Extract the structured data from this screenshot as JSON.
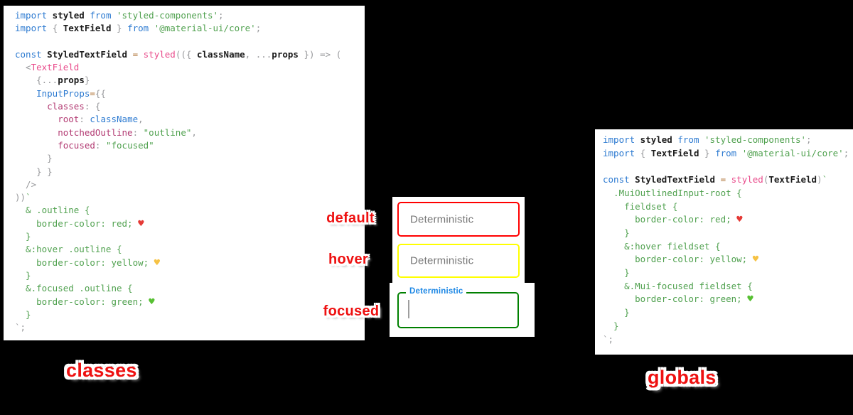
{
  "colors": {
    "background": "#000000",
    "panel_bg": "#ffffff",
    "keyword_blue": "#2e7bd1",
    "string_green": "#50a14f",
    "function_pink": "#e94b8b",
    "object_key_magenta": "#b23a72",
    "punctuation_gray": "#98999c",
    "label_red": "#ee1111",
    "focused_label_blue": "#1e88e5"
  },
  "left_code": {
    "lines": [
      [
        {
          "c": "b",
          "t": "import"
        },
        {
          "c": "k",
          "t": " styled"
        },
        {
          "c": "b",
          "t": " from"
        },
        {
          "c": "s",
          "t": " 'styled-components'"
        },
        {
          "c": "g",
          "t": ";"
        }
      ],
      [
        {
          "c": "b",
          "t": "import"
        },
        {
          "c": "g",
          "t": " {"
        },
        {
          "c": "k",
          "t": " TextField"
        },
        {
          "c": "g",
          "t": " }"
        },
        {
          "c": "b",
          "t": " from"
        },
        {
          "c": "s",
          "t": " '@material-ui/core'"
        },
        {
          "c": "g",
          "t": ";"
        }
      ],
      [],
      [
        {
          "c": "b",
          "t": "const"
        },
        {
          "c": "k",
          "t": " StyledTextField"
        },
        {
          "c": "o",
          "t": " ="
        },
        {
          "c": "p",
          "t": " styled"
        },
        {
          "c": "g",
          "t": "(({ "
        },
        {
          "c": "k",
          "t": "className"
        },
        {
          "c": "g",
          "t": ", ..."
        },
        {
          "c": "k",
          "t": "props"
        },
        {
          "c": "g",
          "t": " }) => ("
        }
      ],
      [
        {
          "c": "g",
          "t": "  <"
        },
        {
          "c": "p",
          "t": "TextField"
        }
      ],
      [
        {
          "c": "g",
          "t": "    {..."
        },
        {
          "c": "k",
          "t": "props"
        },
        {
          "c": "g",
          "t": "}"
        }
      ],
      [
        {
          "c": "g",
          "t": "    "
        },
        {
          "c": "b",
          "t": "InputProps"
        },
        {
          "c": "o",
          "t": "="
        },
        {
          "c": "g",
          "t": "{{"
        }
      ],
      [
        {
          "c": "g",
          "t": "      "
        },
        {
          "c": "m",
          "t": "classes"
        },
        {
          "c": "g",
          "t": ": {"
        }
      ],
      [
        {
          "c": "g",
          "t": "        "
        },
        {
          "c": "m",
          "t": "root"
        },
        {
          "c": "g",
          "t": ": "
        },
        {
          "c": "b",
          "t": "className"
        },
        {
          "c": "g",
          "t": ","
        }
      ],
      [
        {
          "c": "g",
          "t": "        "
        },
        {
          "c": "m",
          "t": "notchedOutline"
        },
        {
          "c": "g",
          "t": ": "
        },
        {
          "c": "s",
          "t": "\"outline\""
        },
        {
          "c": "g",
          "t": ","
        }
      ],
      [
        {
          "c": "g",
          "t": "        "
        },
        {
          "c": "m",
          "t": "focused"
        },
        {
          "c": "g",
          "t": ": "
        },
        {
          "c": "s",
          "t": "\"focused\""
        }
      ],
      [
        {
          "c": "g",
          "t": "      }"
        }
      ],
      [
        {
          "c": "g",
          "t": "    } }"
        }
      ],
      [
        {
          "c": "g",
          "t": "  />"
        }
      ],
      [
        {
          "c": "g",
          "t": "))"
        },
        {
          "c": "s",
          "t": "`"
        }
      ],
      [
        {
          "c": "s",
          "t": "  & .outline {"
        }
      ],
      [
        {
          "c": "s",
          "t": "    border-color: red; "
        },
        {
          "c": "hr",
          "t": "♥"
        }
      ],
      [
        {
          "c": "s",
          "t": "  }"
        }
      ],
      [
        {
          "c": "s",
          "t": "  &:hover .outline {"
        }
      ],
      [
        {
          "c": "s",
          "t": "    border-color: yellow; "
        },
        {
          "c": "hy",
          "t": "♥"
        }
      ],
      [
        {
          "c": "s",
          "t": "  }"
        }
      ],
      [
        {
          "c": "s",
          "t": "  &.focused .outline {"
        }
      ],
      [
        {
          "c": "s",
          "t": "    border-color: green; "
        },
        {
          "c": "hg",
          "t": "♥"
        }
      ],
      [
        {
          "c": "s",
          "t": "  }"
        }
      ],
      [
        {
          "c": "g",
          "t": "`;"
        }
      ]
    ]
  },
  "right_code": {
    "lines": [
      [
        {
          "c": "b",
          "t": "import"
        },
        {
          "c": "k",
          "t": " styled"
        },
        {
          "c": "b",
          "t": " from"
        },
        {
          "c": "s",
          "t": " 'styled-components'"
        },
        {
          "c": "g",
          "t": ";"
        }
      ],
      [
        {
          "c": "b",
          "t": "import"
        },
        {
          "c": "g",
          "t": " {"
        },
        {
          "c": "k",
          "t": " TextField"
        },
        {
          "c": "g",
          "t": " }"
        },
        {
          "c": "b",
          "t": " from"
        },
        {
          "c": "s",
          "t": " '@material-ui/core'"
        },
        {
          "c": "g",
          "t": ";"
        }
      ],
      [],
      [
        {
          "c": "b",
          "t": "const"
        },
        {
          "c": "k",
          "t": " StyledTextField"
        },
        {
          "c": "o",
          "t": " ="
        },
        {
          "c": "p",
          "t": " styled"
        },
        {
          "c": "g",
          "t": "("
        },
        {
          "c": "k",
          "t": "TextField"
        },
        {
          "c": "g",
          "t": ")"
        },
        {
          "c": "s",
          "t": "`"
        }
      ],
      [
        {
          "c": "s",
          "t": "  .MuiOutlinedInput-root {"
        }
      ],
      [
        {
          "c": "s",
          "t": "    fieldset {"
        }
      ],
      [
        {
          "c": "s",
          "t": "      border-color: red; "
        },
        {
          "c": "hr",
          "t": "♥"
        }
      ],
      [
        {
          "c": "s",
          "t": "    }"
        }
      ],
      [
        {
          "c": "s",
          "t": "    &:hover fieldset {"
        }
      ],
      [
        {
          "c": "s",
          "t": "      border-color: yellow; "
        },
        {
          "c": "hy",
          "t": "♥"
        }
      ],
      [
        {
          "c": "s",
          "t": "    }"
        }
      ],
      [
        {
          "c": "s",
          "t": "    &.Mui-focused fieldset {"
        }
      ],
      [
        {
          "c": "s",
          "t": "      border-color: green; "
        },
        {
          "c": "hg",
          "t": "♥"
        }
      ],
      [
        {
          "c": "s",
          "t": "    }"
        }
      ],
      [
        {
          "c": "s",
          "t": "  }"
        }
      ],
      [
        {
          "c": "g",
          "t": "`;"
        }
      ]
    ]
  },
  "textfields": {
    "default": {
      "state_label": "default",
      "field_label": "Deterministic",
      "border_color": "#ff0000"
    },
    "hover": {
      "state_label": "hover",
      "field_label": "Deterministic",
      "border_color": "#ffff00"
    },
    "focused": {
      "state_label": "focused",
      "field_label": "Deterministic",
      "border_color": "#008000"
    }
  },
  "captions": {
    "left": "classes",
    "right": "globals"
  }
}
